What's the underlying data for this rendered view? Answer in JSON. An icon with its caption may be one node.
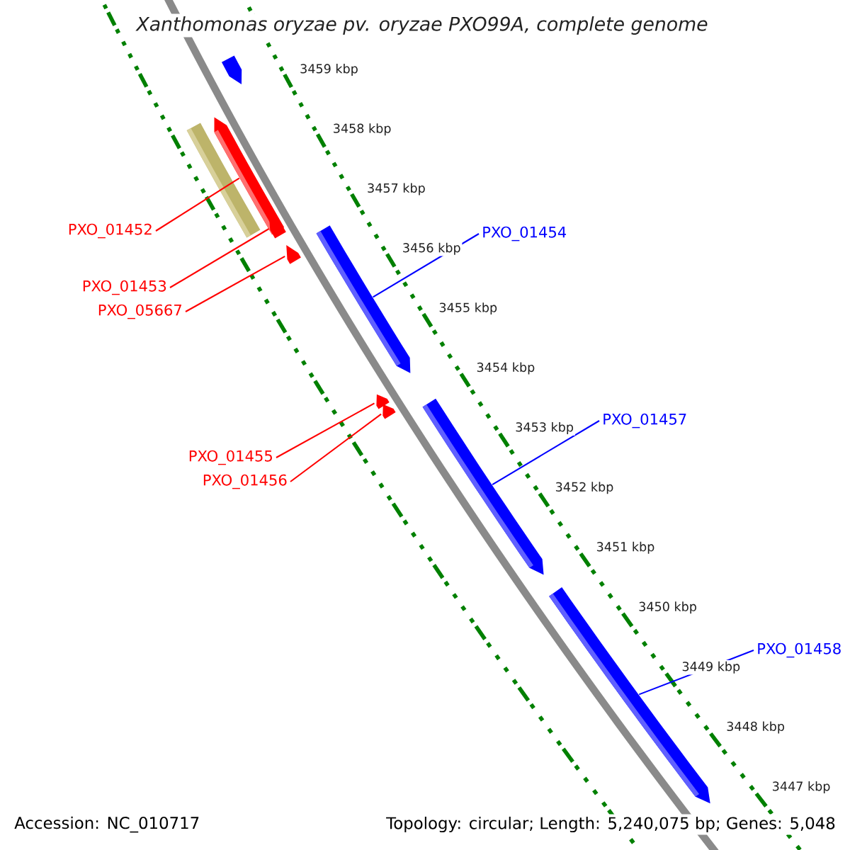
{
  "diagram": {
    "title": "Xanthomonas oryzae pv. oryzae PXO99A, complete genome",
    "nodes": [
      {
        "text": [
          "PXO_01452"
        ]
      },
      {
        "text": [
          "PXO_01454"
        ]
      },
      {
        "text": [
          "PXO_01453"
        ]
      },
      {
        "text": [
          "PXO_05667"
        ]
      },
      {
        "text": [
          "PXO_01457"
        ]
      },
      {
        "text": [
          "PXO_01455"
        ]
      },
      {
        "text": [
          "PXO_01456"
        ]
      },
      {
        "text": [
          "PXO_01458"
        ]
      },
      {
        "text": [],
        "shape": "bar"
      },
      {
        "text": [],
        "shape": "bar"
      },
      {
        "text": [],
        "shape": "bar"
      },
      {
        "text": [],
        "shape": "bar"
      },
      {
        "text": [],
        "shape": "bar"
      },
      {
        "text": [],
        "shape": "bar"
      },
      {
        "text": [],
        "shape": "bar"
      },
      {
        "text": [],
        "shape": "bar"
      },
      {
        "text": [],
        "shape": "bar"
      },
      {
        "text": [],
        "shape": "bar"
      }
    ],
    "edges": [
      {
        "from": 0,
        "to": 9,
        "arrow": "none"
      },
      {
        "from": 1,
        "to": 12,
        "arrow": "none",
        "color": "#0000ff"
      },
      {
        "from": 2,
        "to": 11,
        "arrow": "none"
      },
      {
        "from": 3,
        "to": 13,
        "arrow": "none"
      },
      {
        "from": 4,
        "to": 16,
        "arrow": "none",
        "color": "#0000ff"
      },
      {
        "from": 5,
        "to": 14,
        "arrow": "none"
      },
      {
        "from": 6,
        "to": 15,
        "arrow": "none"
      },
      {
        "from": 7,
        "to": 17,
        "arrow": "none",
        "color": "#0000ff"
      }
    ],
    "labels": [
      "3459 kbp",
      "3458 kbp",
      "3457 kbp",
      "3456 kbp",
      "3455 kbp",
      "3454 kbp",
      "3453 kbp",
      "3452 kbp",
      "3451 kbp",
      "3450 kbp",
      "3449 kbp",
      "3448 kbp",
      "3447 kbp",
      "Accession: NC_010717",
      "Topology: circular; Length: 5,240,075 bp; Genes: 5,048"
    ]
  }
}
